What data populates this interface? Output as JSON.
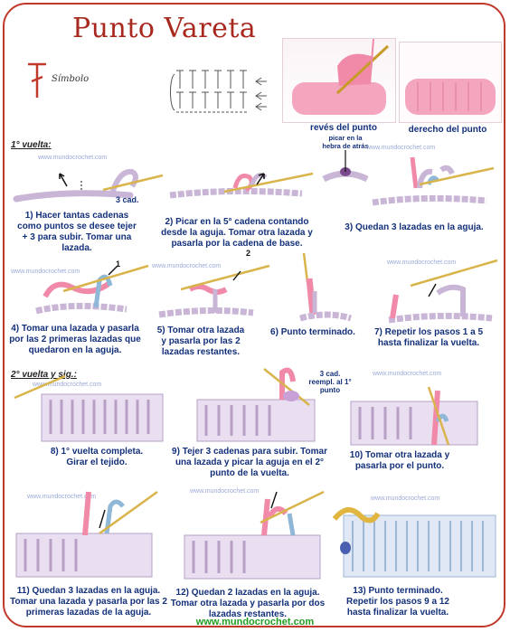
{
  "title": "Punto Vareta",
  "symbol_label": "Símbolo",
  "photo_labels": {
    "reverse": "revés del punto",
    "reverse_note": "picar en la hebra de atrás",
    "front": "derecho del punto"
  },
  "sections": {
    "first_row": "1° vuelta:",
    "second_row": "2° vuelta y sig.:"
  },
  "annotations": {
    "three_ch": "3 cad.",
    "three_ch_replace": "3 cad. reempl. al 1° punto",
    "mark1": "1",
    "mark2": "2"
  },
  "watermark": "www.mundocrochet.com",
  "steps": [
    "1) Hacer tantas cadenas como puntos se desee tejer + 3 para subir. Tomar una lazada.",
    "2) Picar en la 5° cadena contando desde la aguja. Tomar otra lazada y pasarla por la cadena de base.",
    "3) Quedan 3 lazadas en la aguja.",
    "4) Tomar una lazada y pasarla por las 2 primeras lazadas que quedaron en la aguja.",
    "5) Tomar otra lazada y pasarla por las 2 lazadas restantes.",
    "6) Punto terminado.",
    "7) Repetir los pasos 1 a 5 hasta finalizar la vuelta.",
    "8) 1° vuelta completa. Girar el tejido.",
    "9) Tejer 3 cadenas para subir. Tomar una lazada y picar la aguja en el 2° punto de la vuelta.",
    "10) Tomar otra lazada y pasarla por el punto.",
    "11) Quedan 3 lazadas en la aguja. Tomar una lazada y pasarla por las 2 primeras lazadas de la aguja.",
    "12) Quedan 2 lazadas en la aguja. Tomar otra lazada y pasarla por dos lazadas restantes.",
    "13) Punto terminado. Repetir los pasos 9 a 12 hasta finalizar la vuelta."
  ],
  "footer": "www.mundocrochet.com",
  "colors": {
    "border": "#c0392b",
    "title": "#a8281e",
    "caption": "#13307a",
    "pink_yarn": "#f08aa8",
    "lilac_yarn": "#c9b6d6",
    "footer": "#1e9e1e"
  }
}
